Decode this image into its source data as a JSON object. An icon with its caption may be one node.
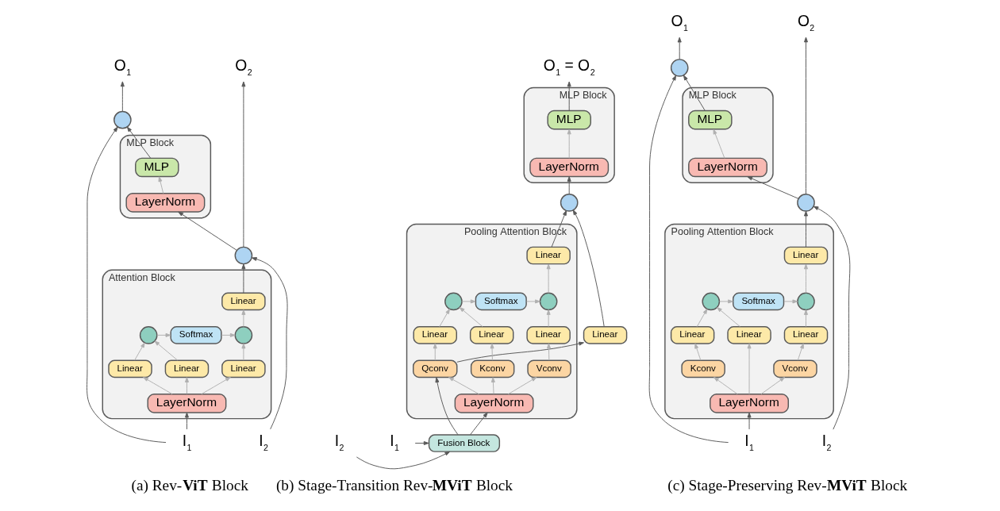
{
  "diagram": {
    "nodes": [
      {
        "text": [
          "O$_{1}$"
        ]
      },
      {
        "text": [
          "O$_{2}$"
        ]
      },
      {
        "text": [],
        "shape": "circle"
      },
      {
        "text": [
          "MLP Block"
        ]
      },
      {
        "text": [
          "MLP"
        ],
        "in": 3
      },
      {
        "text": [
          "LayerNorm"
        ],
        "in": 3
      },
      {
        "text": [],
        "shape": "circle"
      },
      {
        "text": [
          "Attention Block"
        ]
      },
      {
        "text": [
          "Linear"
        ],
        "in": 7
      },
      {
        "text": [],
        "shape": "circle",
        "in": 7
      },
      {
        "text": [
          "Softmax"
        ],
        "in": 7
      },
      {
        "text": [],
        "shape": "circle",
        "in": 7
      },
      {
        "text": [
          "Linear"
        ],
        "in": 7
      },
      {
        "text": [
          "Linear"
        ],
        "in": 7
      },
      {
        "text": [
          "Linear"
        ],
        "in": 7
      },
      {
        "text": [
          "LayerNorm"
        ],
        "in": 7
      },
      {
        "text": [
          "I$_{1}$"
        ]
      },
      {
        "text": [
          "I$_{2}$"
        ]
      },
      {
        "text": [
          "O$_{1}$ = O$_{2}$"
        ]
      },
      {
        "text": [
          "MLP Block"
        ]
      },
      {
        "text": [
          "MLP"
        ],
        "in": 19
      },
      {
        "text": [
          "LayerNorm"
        ],
        "in": 19
      },
      {
        "text": [
          "Linear"
        ]
      },
      {
        "text": [],
        "shape": "circle"
      },
      {
        "text": [
          "Pooling Attention Block"
        ]
      },
      {
        "text": [
          "Linear"
        ],
        "in": 24
      },
      {
        "text": [],
        "shape": "circle",
        "in": 24
      },
      {
        "text": [
          "Softmax"
        ],
        "in": 24
      },
      {
        "text": [],
        "shape": "circle",
        "in": 24
      },
      {
        "text": [
          "Linear"
        ],
        "in": 24
      },
      {
        "text": [
          "Linear"
        ],
        "in": 24
      },
      {
        "text": [
          "Linear"
        ],
        "in": 24
      },
      {
        "text": [
          "Qconv"
        ],
        "in": 24
      },
      {
        "text": [
          "Kconv"
        ],
        "in": 24
      },
      {
        "text": [
          "Vconv"
        ],
        "in": 24
      },
      {
        "text": [
          "LayerNorm"
        ],
        "in": 24
      },
      {
        "text": [
          "I$_{2}$"
        ]
      },
      {
        "text": [
          "Fusion Block"
        ]
      },
      {
        "text": [
          "I$_{1}$"
        ]
      },
      {
        "text": [
          "O$_{1}$"
        ]
      },
      {
        "text": [
          "O$_{2}$"
        ]
      },
      {
        "text": [],
        "shape": "circle"
      },
      {
        "text": [
          "MLP Block"
        ]
      },
      {
        "text": [
          "MLP"
        ],
        "in": 42
      },
      {
        "text": [
          "LayerNorm"
        ],
        "in": 42
      },
      {
        "text": [],
        "shape": "circle"
      },
      {
        "text": [
          "Pooling Attention Block"
        ]
      },
      {
        "text": [
          "Linear"
        ],
        "in": 46
      },
      {
        "text": [],
        "shape": "circle",
        "in": 46
      },
      {
        "text": [
          "Softmax"
        ],
        "in": 46
      },
      {
        "text": [],
        "shape": "circle",
        "in": 46
      },
      {
        "text": [
          "Linear"
        ],
        "in": 46
      },
      {
        "text": [
          "Linear"
        ],
        "in": 46
      },
      {
        "text": [
          "Linear"
        ],
        "in": 46
      },
      {
        "text": [
          "Kconv"
        ],
        "in": 46
      },
      {
        "text": [
          "Vconv"
        ],
        "in": 46
      },
      {
        "text": [
          "LayerNorm"
        ],
        "in": 46
      },
      {
        "text": [
          "I$_{1}$"
        ]
      },
      {
        "text": [
          "I$_{2}$"
        ]
      }
    ],
    "edges": [
      {
        "from": 16,
        "to": 15,
        "arrow": "to",
        "color": "#595959"
      },
      {
        "from": 15,
        "to": 12,
        "arrow": "to"
      },
      {
        "from": 15,
        "to": 13,
        "arrow": "to"
      },
      {
        "from": 15,
        "to": 14,
        "arrow": "to"
      },
      {
        "from": 12,
        "to": 9,
        "arrow": "to"
      },
      {
        "from": 13,
        "to": 9,
        "arrow": "to"
      },
      {
        "from": 9,
        "to": 10,
        "arrow": "to"
      },
      {
        "from": 10,
        "to": 11,
        "arrow": "to"
      },
      {
        "from": 14,
        "to": 11,
        "arrow": "to"
      },
      {
        "from": 11,
        "to": 8,
        "arrow": "to"
      },
      {
        "from": 8,
        "to": 6,
        "arrow": "to",
        "color": "#595959"
      },
      {
        "from": 17,
        "to": 6,
        "arrow": "to",
        "color": "#595959"
      },
      {
        "from": 6,
        "to": 5,
        "arrow": "to",
        "color": "#595959"
      },
      {
        "from": 6,
        "to": 1,
        "arrow": "to",
        "color": "#595959"
      },
      {
        "from": 5,
        "to": 4,
        "arrow": "to"
      },
      {
        "from": 4,
        "to": 2,
        "arrow": "to",
        "color": "#595959"
      },
      {
        "from": 16,
        "to": 2,
        "arrow": "to",
        "color": "#595959"
      },
      {
        "from": 2,
        "to": 0,
        "arrow": "to",
        "color": "#595959"
      },
      {
        "from": 36,
        "to": 37,
        "arrow": "to",
        "color": "#595959"
      },
      {
        "from": 38,
        "to": 37,
        "arrow": "to",
        "color": "#595959"
      },
      {
        "from": 37,
        "to": 35,
        "arrow": "to",
        "color": "#595959"
      },
      {
        "from": 37,
        "to": 32,
        "arrow": "to",
        "color": "#595959"
      },
      {
        "from": 35,
        "to": 32,
        "arrow": "to"
      },
      {
        "from": 35,
        "to": 33,
        "arrow": "to"
      },
      {
        "from": 35,
        "to": 34,
        "arrow": "to"
      },
      {
        "from": 32,
        "to": 29,
        "arrow": "to"
      },
      {
        "from": 33,
        "to": 30,
        "arrow": "to"
      },
      {
        "from": 34,
        "to": 31,
        "arrow": "to"
      },
      {
        "from": 29,
        "to": 26,
        "arrow": "to"
      },
      {
        "from": 30,
        "to": 26,
        "arrow": "to"
      },
      {
        "from": 26,
        "to": 27,
        "arrow": "to"
      },
      {
        "from": 27,
        "to": 28,
        "arrow": "to"
      },
      {
        "from": 31,
        "to": 28,
        "arrow": "to"
      },
      {
        "from": 28,
        "to": 25,
        "arrow": "to"
      },
      {
        "from": 25,
        "to": 23,
        "arrow": "to",
        "color": "#595959"
      },
      {
        "from": 32,
        "to": 22,
        "arrow": "to",
        "color": "#595959"
      },
      {
        "from": 22,
        "to": 23,
        "arrow": "to",
        "color": "#595959"
      },
      {
        "from": 23,
        "to": 21,
        "arrow": "to",
        "color": "#595959"
      },
      {
        "from": 21,
        "to": 20,
        "arrow": "to"
      },
      {
        "from": 20,
        "to": 18,
        "arrow": "to",
        "color": "#595959"
      },
      {
        "from": 57,
        "to": 56,
        "arrow": "to",
        "color": "#595959"
      },
      {
        "from": 56,
        "to": 51,
        "arrow": "to"
      },
      {
        "from": 56,
        "to": 54,
        "arrow": "to"
      },
      {
        "from": 56,
        "to": 55,
        "arrow": "to"
      },
      {
        "from": 54,
        "to": 52,
        "arrow": "to"
      },
      {
        "from": 55,
        "to": 53,
        "arrow": "to"
      },
      {
        "from": 51,
        "to": 48,
        "arrow": "to"
      },
      {
        "from": 52,
        "to": 48,
        "arrow": "to"
      },
      {
        "from": 48,
        "to": 49,
        "arrow": "to"
      },
      {
        "from": 49,
        "to": 50,
        "arrow": "to"
      },
      {
        "from": 53,
        "to": 50,
        "arrow": "to"
      },
      {
        "from": 50,
        "to": 47,
        "arrow": "to"
      },
      {
        "from": 47,
        "to": 45,
        "arrow": "to",
        "color": "#595959"
      },
      {
        "from": 58,
        "to": 45,
        "arrow": "to",
        "color": "#595959"
      },
      {
        "from": 45,
        "to": 44,
        "arrow": "to",
        "color": "#595959"
      },
      {
        "from": 45,
        "to": 40,
        "arrow": "to",
        "color": "#595959"
      },
      {
        "from": 44,
        "to": 43,
        "arrow": "to"
      },
      {
        "from": 43,
        "to": 41,
        "arrow": "to",
        "color": "#595959"
      },
      {
        "from": 57,
        "to": 41,
        "arrow": "to",
        "color": "#595959"
      },
      {
        "from": 41,
        "to": 39,
        "arrow": "to",
        "color": "#595959"
      }
    ],
    "labels": [
      "(a) Rev-**ViT** Block",
      "(b) Stage-Transition Rev-**MViT** Block",
      "(c) Stage-Preserving Rev-**MViT** Block"
    ]
  }
}
